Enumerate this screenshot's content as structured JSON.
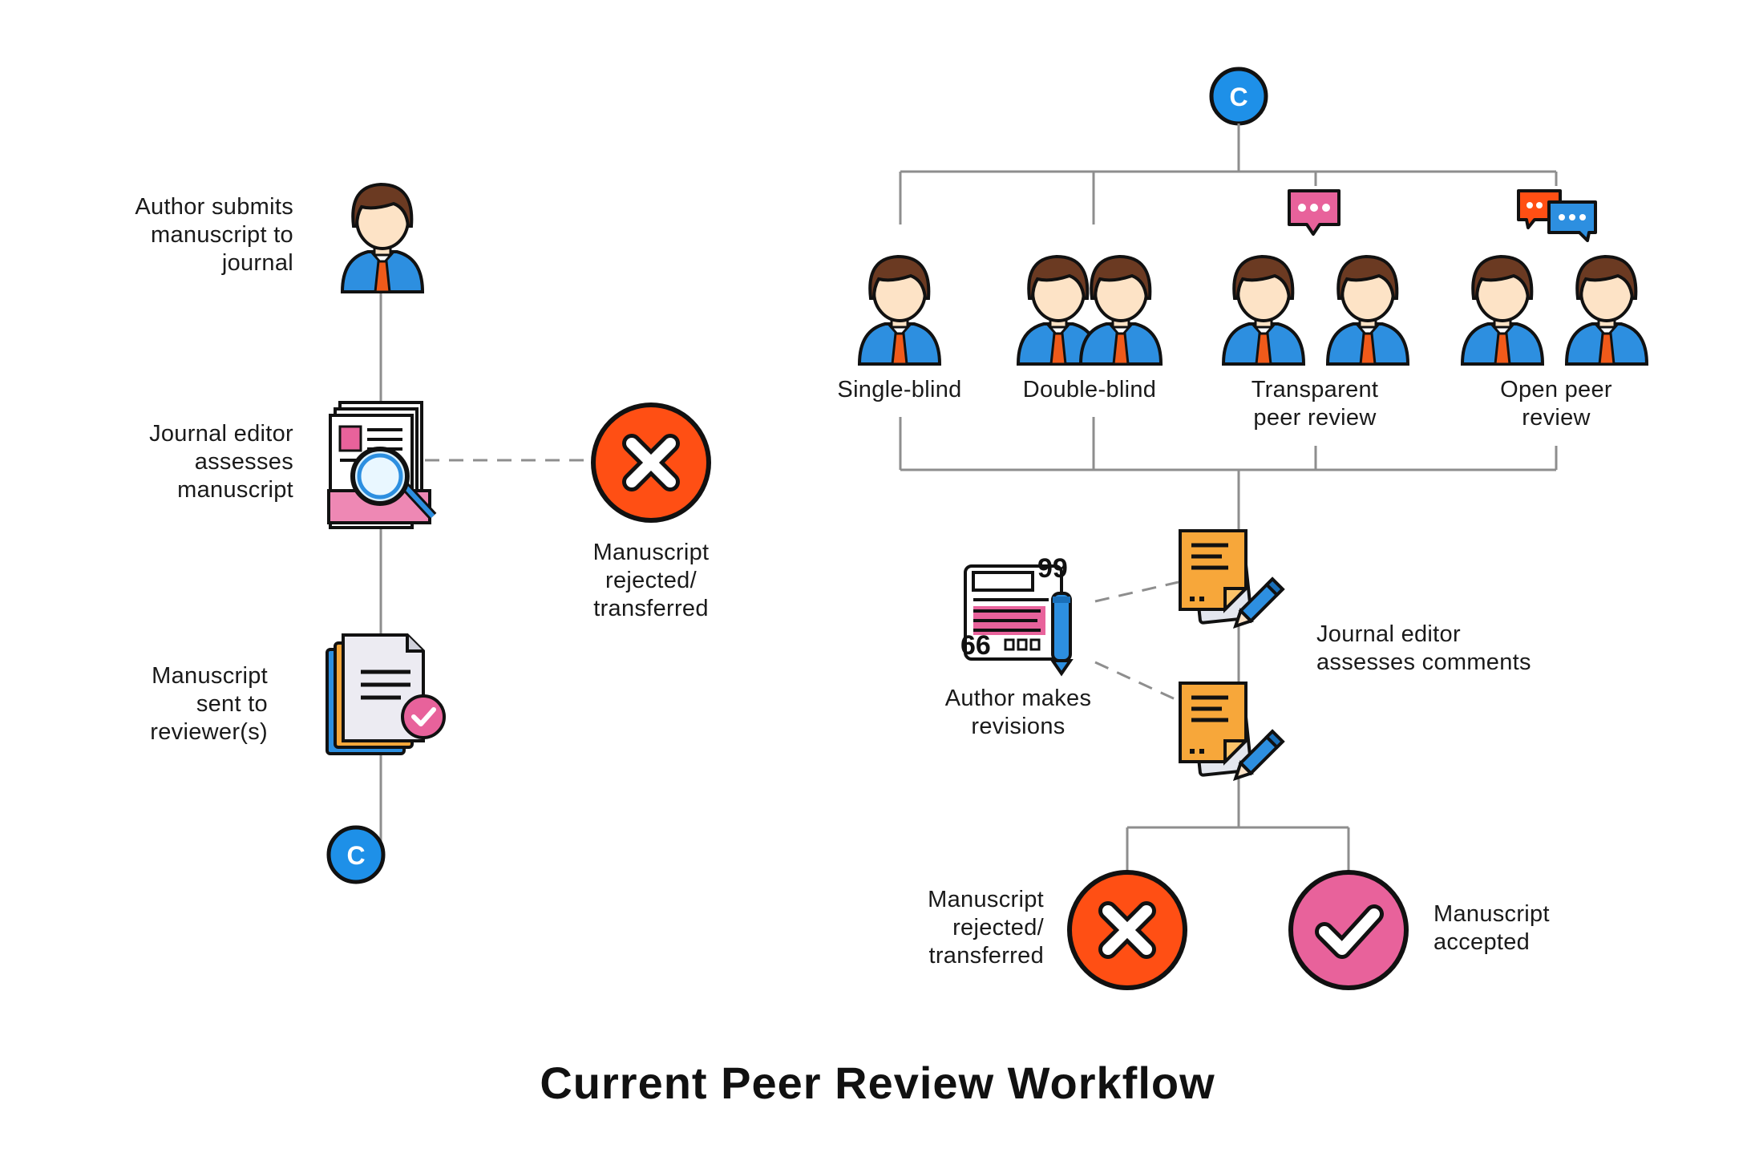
{
  "title": "Current Peer Review Workflow",
  "connector_letter": "C",
  "left_flow": {
    "author_submits": "Author submits\nmanuscript to\njournal",
    "editor_assesses": "Journal editor\nassesses\nmanuscript",
    "rejected": "Manuscript\nrejected/\ntransferred",
    "sent_to_reviewers": "Manuscript\nsent to\nreviewer(s)"
  },
  "review_types": {
    "single_blind": "Single-blind",
    "double_blind": "Double-blind",
    "transparent": "Transparent\npeer review",
    "open": "Open peer\nreview"
  },
  "right_flow": {
    "editor_assesses_comments": "Journal editor\nassesses comments",
    "author_revisions": "Author makes\nrevisions",
    "rejected": "Manuscript\nrejected/\ntransferred",
    "accepted": "Manuscript\naccepted"
  },
  "colors": {
    "connector_blue": "#1e90e8",
    "reject_orange": "#ff4f14",
    "accept_pink": "#e8629b",
    "line_gray": "#8e8e8e",
    "shirt_blue": "#2d8fe0",
    "tie_orange": "#f05a1a",
    "hair_brown": "#6b3a22",
    "skin": "#fde3c6",
    "note_orange": "#f7a73a"
  }
}
